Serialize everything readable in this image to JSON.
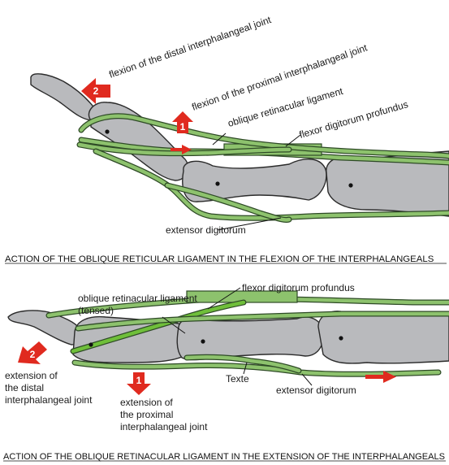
{
  "top_panel": {
    "labels": {
      "flexion_dip": "flexion of the distal interphalangeal joint",
      "flexion_pip": "flexion of the proximal interphalangeal joint",
      "oblique_ligament": "oblique retinacular ligament",
      "flexor": "flexor digitorum profundus",
      "extensor": "extensor digitorum"
    },
    "arrow_numbers": [
      "1",
      "2"
    ],
    "caption": "ACTION OF THE OBLIQUE RETICULAR LIGAMENT IN THE FLEXION OF THE INTERPHALANGEALS"
  },
  "bottom_panel": {
    "labels": {
      "oblique_ligament_line1": "oblique retinacular ligament",
      "oblique_ligament_line2": "(tensed)",
      "flexor": "flexor digitorum profundus",
      "ext_dip_line1": "extension of",
      "ext_dip_line2": "the distal",
      "ext_dip_line3": "interphalangeal joint",
      "ext_pip_line1": "extension of",
      "ext_pip_line2": "the proximal",
      "ext_pip_line3": "interphalangeal joint",
      "texte": "Texte",
      "extensor": "extensor digitorum"
    },
    "arrow_numbers": [
      "1",
      "2"
    ],
    "caption": "ACTION OF THE OBLIQUE RETINACULAR LIGAMENT IN THE EXTENSION OF THE INTERPHALANGEALS"
  },
  "colors": {
    "bone": "#b9babd",
    "tendon_outline": "#2e4a26",
    "tendon_fill": "#8dc26d",
    "arrow_red": "#e02a1f"
  }
}
